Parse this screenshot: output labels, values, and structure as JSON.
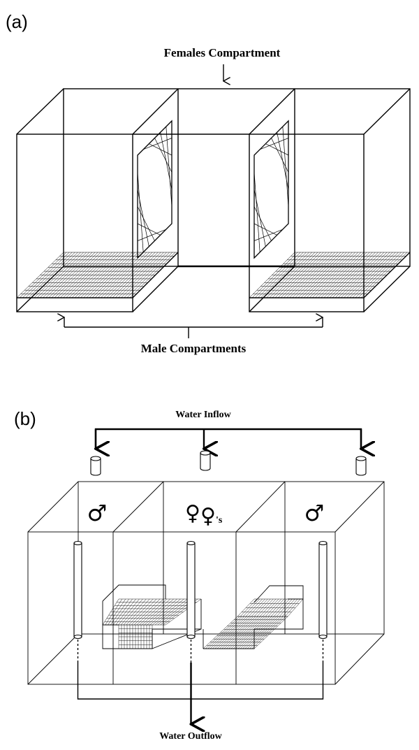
{
  "panel_a": {
    "label": "(a)",
    "top_caption": "Females Compartment",
    "bottom_caption": "Male Compartments"
  },
  "panel_b": {
    "label": "(b)",
    "top_caption": "Water Inflow",
    "bottom_caption": "Water Outflow",
    "male_symbol_left": "♂",
    "female_symbol_a": "♀",
    "female_symbol_b": "♀",
    "female_suffix": "'s",
    "male_symbol_right": "♂"
  }
}
